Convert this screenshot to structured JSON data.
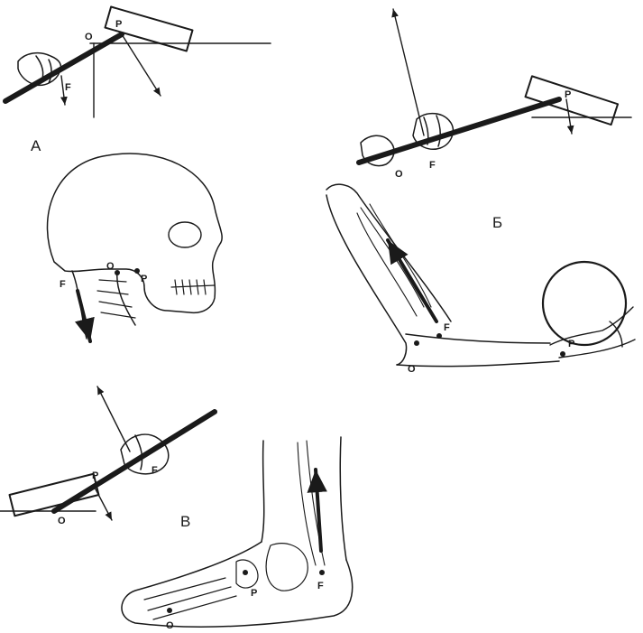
{
  "panels": {
    "A": {
      "letter": "А",
      "lever_labels": {
        "fulcrum": "O",
        "force": "F",
        "resistance": "P"
      },
      "head_labels": {
        "fulcrum": "O",
        "force": "F",
        "resistance": "P"
      }
    },
    "B": {
      "letter": "Б",
      "lever_labels": {
        "fulcrum": "O",
        "force": "F",
        "resistance": "P"
      },
      "arm_labels": {
        "fulcrum": "O",
        "force": "F",
        "resistance": "P"
      }
    },
    "V": {
      "letter": "В",
      "lever_labels": {
        "fulcrum": "O",
        "force": "F",
        "resistance": "P"
      },
      "foot_labels": {
        "fulcrum": "O",
        "force": "F",
        "resistance": "P"
      }
    }
  },
  "colors": {
    "ink": "#1a1a1a",
    "paper": "#ffffff"
  }
}
